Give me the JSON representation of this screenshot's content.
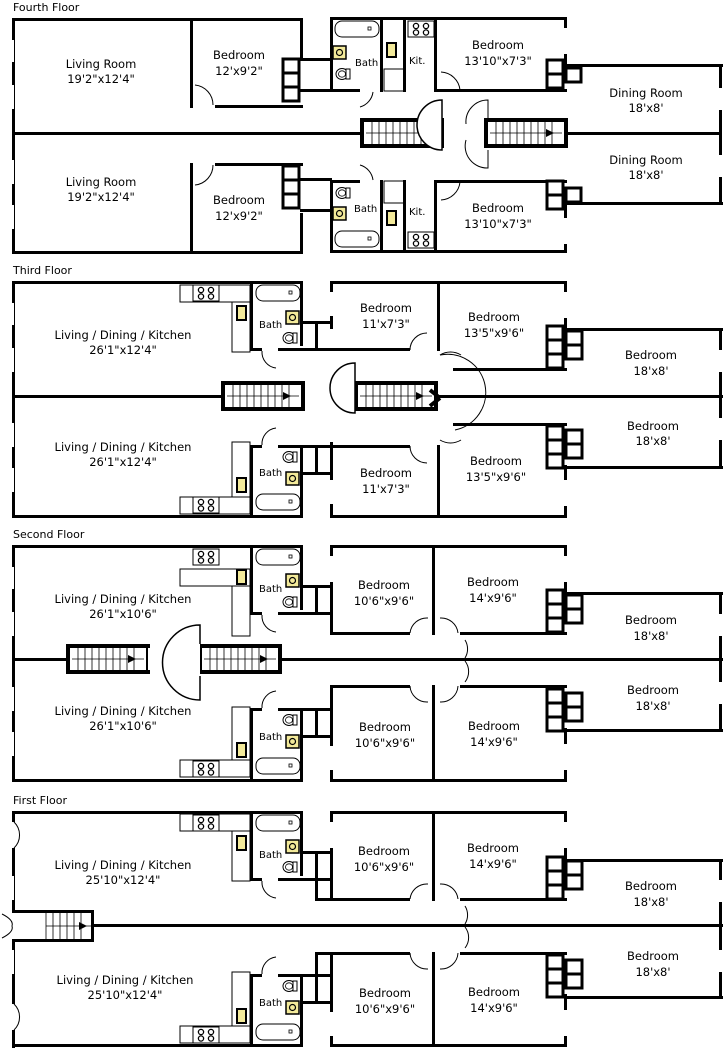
{
  "colors": {
    "wall": "#000000",
    "sink_fill": "#f3ea9a",
    "background": "#ffffff"
  },
  "floors": [
    {
      "title": "Fourth Floor",
      "living_top": {
        "name": "Living Room",
        "size": "19'2\"x12'4\""
      },
      "living_bottom": {
        "name": "Living Room",
        "size": "19'2\"x12'4\""
      },
      "bed_a_top": {
        "name": "Bedroom",
        "size": "12'x9'2\""
      },
      "bed_a_bottom": {
        "name": "Bedroom",
        "size": "12'x9'2\""
      },
      "bath_top": "Bath",
      "bath_bottom": "Bath",
      "kit_top": "Kit.",
      "kit_bottom": "Kit.",
      "bed_b_top": {
        "name": "Bedroom",
        "size": "13'10\"x7'3\""
      },
      "bed_b_bottom": {
        "name": "Bedroom",
        "size": "13'10\"x7'3\""
      },
      "rear_top": {
        "name": "Dining Room",
        "size": "18'x8'"
      },
      "rear_bottom": {
        "name": "Dining Room",
        "size": "18'x8'"
      }
    },
    {
      "title": "Third Floor",
      "living_top": {
        "name": "Living / Dining / Kitchen",
        "size": "26'1\"x12'4\""
      },
      "living_bottom": {
        "name": "Living / Dining / Kitchen",
        "size": "26'1\"x12'4\""
      },
      "bath_top": "Bath",
      "bath_bottom": "Bath",
      "bed_a_top": {
        "name": "Bedroom",
        "size": "11'x7'3\""
      },
      "bed_a_bottom": {
        "name": "Bedroom",
        "size": "11'x7'3\""
      },
      "bed_b_top": {
        "name": "Bedroom",
        "size": "13'5\"x9'6\""
      },
      "bed_b_bottom": {
        "name": "Bedroom",
        "size": "13'5\"x9'6\""
      },
      "rear_top": {
        "name": "Bedroom",
        "size": "18'x8'"
      },
      "rear_bottom": {
        "name": "Bedroom",
        "size": "18'x8'"
      }
    },
    {
      "title": "Second Floor",
      "living_top": {
        "name": "Living / Dining / Kitchen",
        "size": "26'1\"x10'6\""
      },
      "living_bottom": {
        "name": "Living / Dining / Kitchen",
        "size": "26'1\"x10'6\""
      },
      "bath_top": "Bath",
      "bath_bottom": "Bath",
      "bed_a_top": {
        "name": "Bedroom",
        "size": "10'6\"x9'6\""
      },
      "bed_a_bottom": {
        "name": "Bedroom",
        "size": "10'6\"x9'6\""
      },
      "bed_b_top": {
        "name": "Bedroom",
        "size": "14'x9'6\""
      },
      "bed_b_bottom": {
        "name": "Bedroom",
        "size": "14'x9'6\""
      },
      "rear_top": {
        "name": "Bedroom",
        "size": "18'x8'"
      },
      "rear_bottom": {
        "name": "Bedroom",
        "size": "18'x8'"
      }
    },
    {
      "title": "First Floor",
      "living_top": {
        "name": "Living / Dining / Kitchen",
        "size": "25'10\"x12'4\""
      },
      "living_bottom": {
        "name": "Living / Dining / Kitchen",
        "size": "25'10\"x12'4\""
      },
      "bath_top": "Bath",
      "bath_bottom": "Bath",
      "bed_a_top": {
        "name": "Bedroom",
        "size": "10'6\"x9'6\""
      },
      "bed_a_bottom": {
        "name": "Bedroom",
        "size": "10'6\"x9'6\""
      },
      "bed_b_top": {
        "name": "Bedroom",
        "size": "14'x9'6\""
      },
      "bed_b_bottom": {
        "name": "Bedroom",
        "size": "14'x9'6\""
      },
      "rear_top": {
        "name": "Bedroom",
        "size": "18'x8'"
      },
      "rear_bottom": {
        "name": "Bedroom",
        "size": "18'x8'"
      }
    }
  ]
}
